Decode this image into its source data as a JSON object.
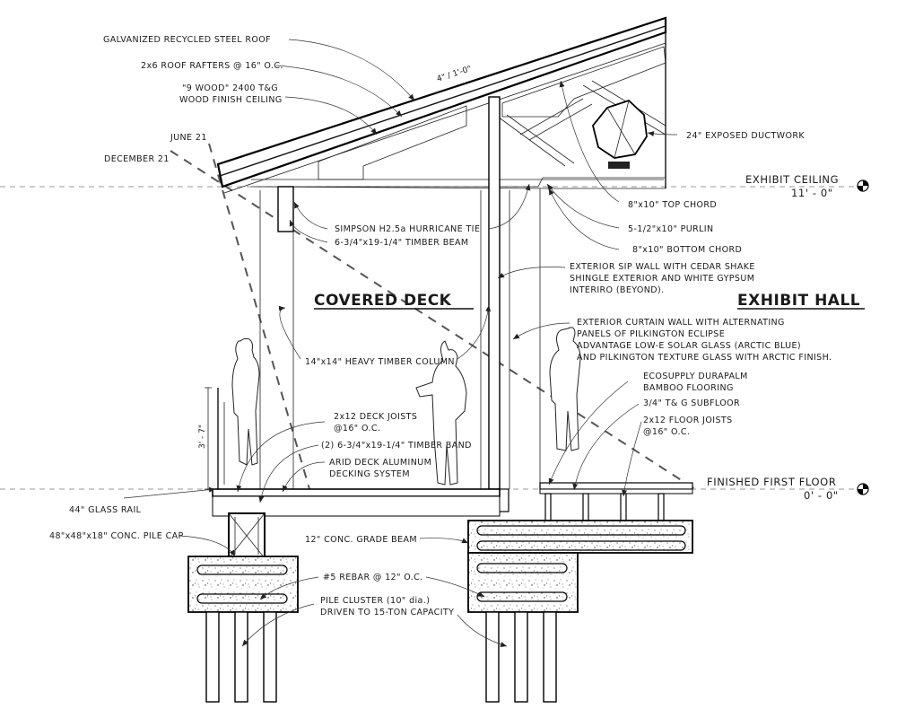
{
  "rooms": {
    "covered_deck": "COVERED DECK",
    "exhibit_hall": "EXHIBIT HALL"
  },
  "levels": {
    "ceiling": {
      "name": "EXHIBIT CEILING",
      "elevation": "11' - 0\""
    },
    "floor": {
      "name": "FINISHED FIRST FLOOR",
      "elevation": "0' - 0\""
    }
  },
  "dimensions": {
    "roof_pitch": "4\" / 1'-0\"",
    "rail_height": "3' - 7\""
  },
  "sun_angles": {
    "june": "JUNE 21",
    "december": "DECEMBER 21"
  },
  "callouts": {
    "roof": "GALVANIZED RECYCLED STEEL ROOF",
    "rafters": "2x6 ROOF RAFTERS @ 16\" O.C.",
    "ceiling_1": "\"9 WOOD\" 2400 T&G",
    "ceiling_2": "WOOD FINISH CEILING",
    "ductwork": "24\" EXPOSED DUCTWORK",
    "top_chord": "8\"x10\" TOP CHORD",
    "hurricane_tie": "SIMPSON H2.5a HURRICANE TIE",
    "timber_beam": "6-3/4\"x19-1/4\" TIMBER BEAM",
    "purlin": "5-1/2\"x10\" PURLIN",
    "bottom_chord": "8\"x10\" BOTTOM CHORD",
    "sip_1": "EXTERIOR SIP WALL WITH CEDAR SHAKE",
    "sip_2": "SHINGLE EXTERIOR AND WHITE GYPSUM",
    "sip_3": "INTERIRO (BEYOND).",
    "curtain_1": "EXTERIOR CURTAIN WALL WITH ALTERNATING",
    "curtain_2": "PANELS OF PILKINGTON ECLIPSE",
    "curtain_3": "ADVANTAGE LOW-E SOLAR GLASS (ARCTIC BLUE)",
    "curtain_4": "AND PILKINGTON TEXTURE GLASS WITH ARCTIC FINISH.",
    "column": "14\"x14\" HEAVY TIMBER COLUMN",
    "bamboo_1": "ECOSUPPLY DURAPALM",
    "bamboo_2": "BAMBOO FLOORING",
    "subfloor": "3/4\" T& G SUBFLOOR",
    "floor_joists_1": "2x12 FLOOR JOISTS",
    "floor_joists_2": "@16\" O.C.",
    "deck_joists_1": "2x12 DECK JOISTS",
    "deck_joists_2": "@16\" O.C.",
    "timber_band": "(2) 6-3/4\"x19-1/4\" TIMBER BAND",
    "decking_1": "ARID DECK ALUMINUM",
    "decking_2": "DECKING SYSTEM",
    "glass_rail": "44\" GLASS RAIL",
    "pile_cap": "48\"x48\"x18\" CONC. PILE CAP",
    "grade_beam": "12\" CONC. GRADE BEAM",
    "rebar": "#5 REBAR @ 12\" O.C.",
    "pile_1": "PILE CLUSTER (10\" dia.)",
    "pile_2": "DRIVEN TO 15-TON CAPACITY"
  }
}
